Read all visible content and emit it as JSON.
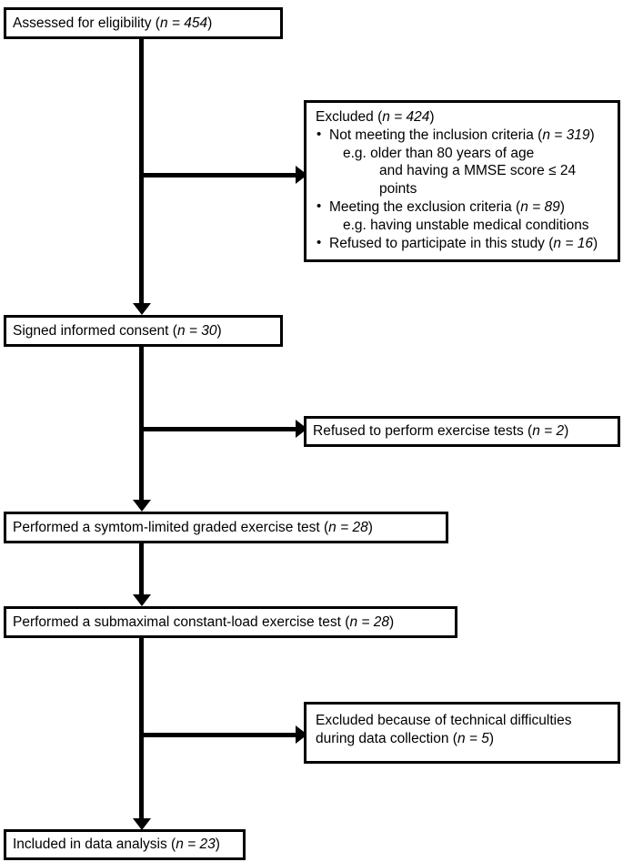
{
  "chart_data": {
    "type": "diagram",
    "title": "CONSORT-style participant flow diagram",
    "nodes": [
      {
        "id": "assessed",
        "label": "Assessed for eligibility",
        "n": 454
      },
      {
        "id": "excluded",
        "label": "Excluded",
        "n": 424
      },
      {
        "id": "consent",
        "label": "Signed informed consent",
        "n": 30
      },
      {
        "id": "refused-tests",
        "label": "Refused to perform exercise tests",
        "n": 2
      },
      {
        "id": "graded-test",
        "label": "Performed a symtom-limited graded exercise test",
        "n": 28
      },
      {
        "id": "constant-load-test",
        "label": "Performed a submaximal constant-load exercise test",
        "n": 28
      },
      {
        "id": "technical-exclusion",
        "label": "Excluded because of technical difficulties during data collection",
        "n": 5
      },
      {
        "id": "included",
        "label": "Included in data analysis",
        "n": 23
      }
    ],
    "exclusion_reasons": [
      {
        "reason": "Not meeting the inclusion criteria",
        "n": 319
      },
      {
        "reason": "Meeting the exclusion criteria",
        "n": 89
      },
      {
        "reason": "Refused to participate in this study",
        "n": 16
      }
    ]
  },
  "nodes": {
    "assessed": {
      "text": "Assessed for eligibility  (",
      "n_label": "n",
      "eq": " = 454",
      "close": ")"
    },
    "excluded": {
      "heading": "Excluded  (",
      "heading_n": "n",
      "heading_eq": " = 424",
      "heading_close": ")",
      "item1": "Not meeting the inclusion criteria (",
      "item1_n": "n",
      "item1_eq": "  = 319",
      "item1_close": ")",
      "item1_sub": "e.g. older than 80 years of age",
      "item1_sub2": "and having a MMSE score ≤ 24 points",
      "item2": "Meeting the exclusion criteria (",
      "item2_n": "n",
      "item2_eq": " = 89",
      "item2_close": ")",
      "item2_sub": "e.g. having unstable medical conditions",
      "item3": "Refused to participate in this study (",
      "item3_n": "n",
      "item3_eq": " = 16",
      "item3_close": ")"
    },
    "consent": {
      "text": "Signed informed consent  (",
      "n_label": "n",
      "eq": " = 30",
      "close": ")"
    },
    "refused_tests": {
      "text": "Refused to perform exercise tests  (",
      "n_label": "n",
      "eq": " = 2",
      "close": ")"
    },
    "graded_test": {
      "text": "Performed a symtom-limited graded exercise test (",
      "n_label": "n",
      "eq": " = 28",
      "close": ")"
    },
    "constant_load_test": {
      "text": "Performed a submaximal constant-load exercise test (",
      "n_label": "n",
      "eq": " = 28",
      "close": ")"
    },
    "technical_exclusion": {
      "line1": "Excluded because of technical difficulties",
      "line2": "during data collection  (",
      "line2_n": "n",
      "line2_eq": " = 5",
      "line2_close": ")"
    },
    "included": {
      "text": "Included in data analysis  (",
      "n_label": "n",
      "eq": " = 23",
      "close": ")"
    }
  }
}
